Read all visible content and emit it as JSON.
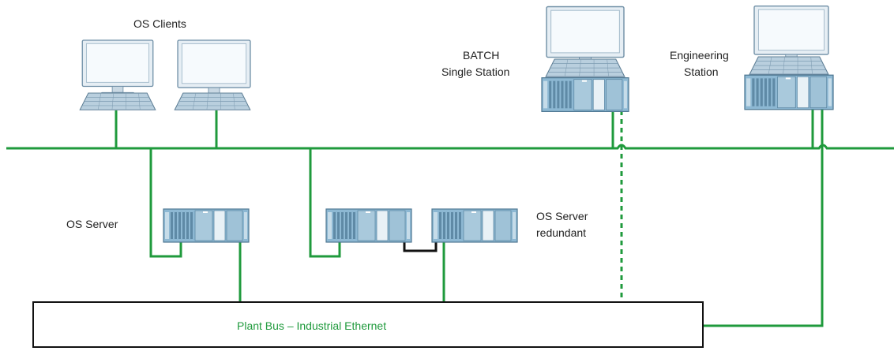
{
  "labels": {
    "os_clients": "OS Clients",
    "batch_line1": "BATCH",
    "batch_line2": "Single Station",
    "eng_line1": "Engineering",
    "eng_line2": "Station",
    "os_server": "OS Server",
    "os_redundant_line1": "OS Server",
    "os_redundant_line2": "redundant",
    "plant_bus": "Plant Bus – Industrial Ethernet"
  },
  "colors": {
    "network_line": "#1f9a3c",
    "device_blue": "#7fb3d3",
    "label_text": "#222222",
    "bus_label_text": "#1f9a3c"
  },
  "icons": [
    "monitor-icon",
    "keyboard-icon",
    "server-rack-icon"
  ]
}
